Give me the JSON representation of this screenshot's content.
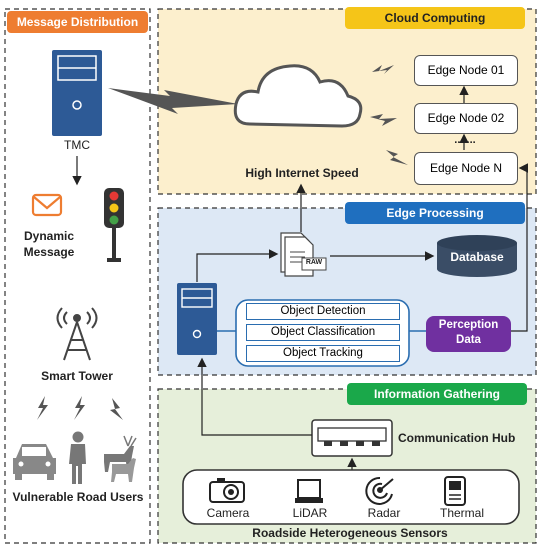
{
  "sections": {
    "message_distribution": "Message Distribution",
    "cloud_computing": "Cloud Computing",
    "edge_processing": "Edge Processing",
    "information_gathering": "Information Gathering"
  },
  "message": {
    "tmc": "TMC",
    "dynamic_message": [
      "Dynamic",
      "Message"
    ],
    "smart_tower": "Smart Tower",
    "vulnerable_road_users": "Vulnerable Road Users"
  },
  "cloud": {
    "edge_nodes": [
      "Edge Node 01",
      "Edge Node 02",
      "Edge Node N"
    ],
    "ellipsis": ".......",
    "high_internet_speed": "High Internet Speed"
  },
  "edge": {
    "database": "Database",
    "raw": "RAW",
    "objects": [
      "Object Detection",
      "Object Classification",
      "Object Tracking"
    ],
    "perception": [
      "Perception",
      "Data"
    ]
  },
  "gathering": {
    "communication_hub": "Communication Hub",
    "sensors": [
      "Camera",
      "LiDAR",
      "Radar",
      "Thermal"
    ],
    "roadside": "Roadside Heterogeneous Sensors"
  },
  "colors": {
    "orange": "#ee7d31",
    "yellow": "#f5c518",
    "blue": "#1f6fbf",
    "green": "#1aa84a",
    "purple": "#7030a0",
    "navy": "#2d5a96",
    "cloud_bg": "#fcefcd",
    "edge_bg": "#dde8f5",
    "gather_bg": "#e6efda"
  }
}
